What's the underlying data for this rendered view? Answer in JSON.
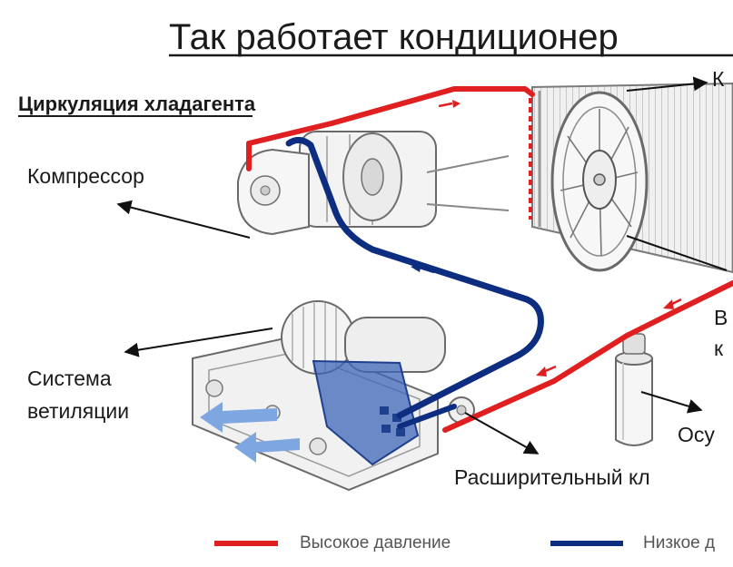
{
  "title": "Так работает кондиционер",
  "subtitle": "Циркуляция хладагента",
  "labels": {
    "condenser_cut": "К",
    "compressor": "Компрессор",
    "ventilation_line1": "Система",
    "ventilation_line2": "ветиляции",
    "fan_cut_line1": "В",
    "fan_cut_line2": "к",
    "dryer_cut": "Осу",
    "expansion_valve_cut": "Расширительный кл"
  },
  "legend": {
    "high_pressure": "Высокое давление",
    "low_pressure_cut": "Низкое д"
  },
  "colors": {
    "high_pressure": "#e02020",
    "low_pressure": "#0d2d80",
    "airflow": "#7ea6e0",
    "metal": "#e8e8e8",
    "outline": "#555555"
  }
}
